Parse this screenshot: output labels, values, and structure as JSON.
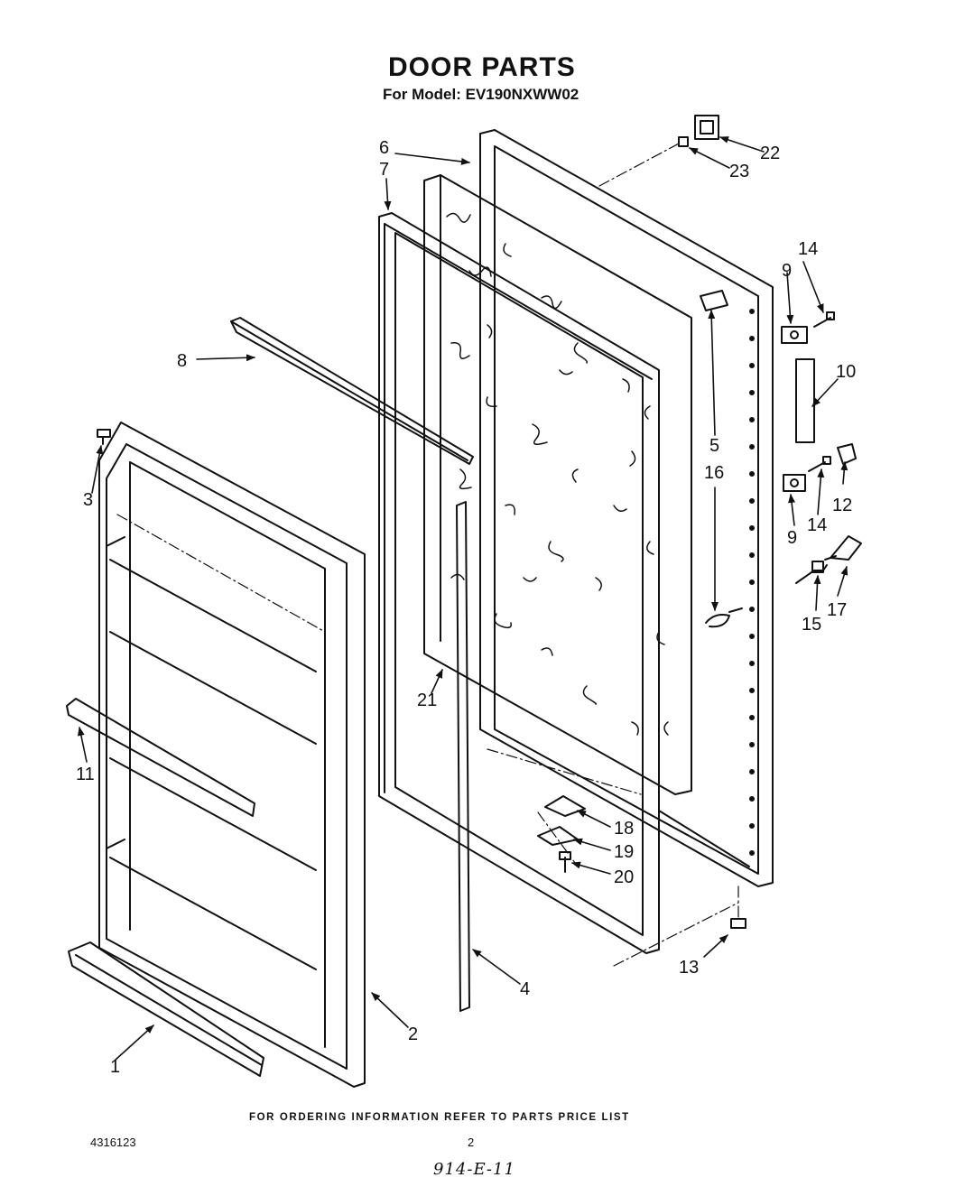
{
  "header": {
    "title": "DOOR PARTS",
    "model": "For Model: EV190NXWW02"
  },
  "callouts": [
    "1",
    "2",
    "3",
    "4",
    "5",
    "6",
    "7",
    "8",
    "9",
    "9",
    "10",
    "11",
    "12",
    "13",
    "14",
    "14",
    "15",
    "16",
    "17",
    "18",
    "19",
    "20",
    "21",
    "22",
    "23"
  ],
  "footer": {
    "ordering_note": "FOR ORDERING INFORMATION REFER TO PARTS PRICE LIST",
    "document_number": "4316123",
    "page_number": "2",
    "handwritten_code": "914-E-11"
  }
}
